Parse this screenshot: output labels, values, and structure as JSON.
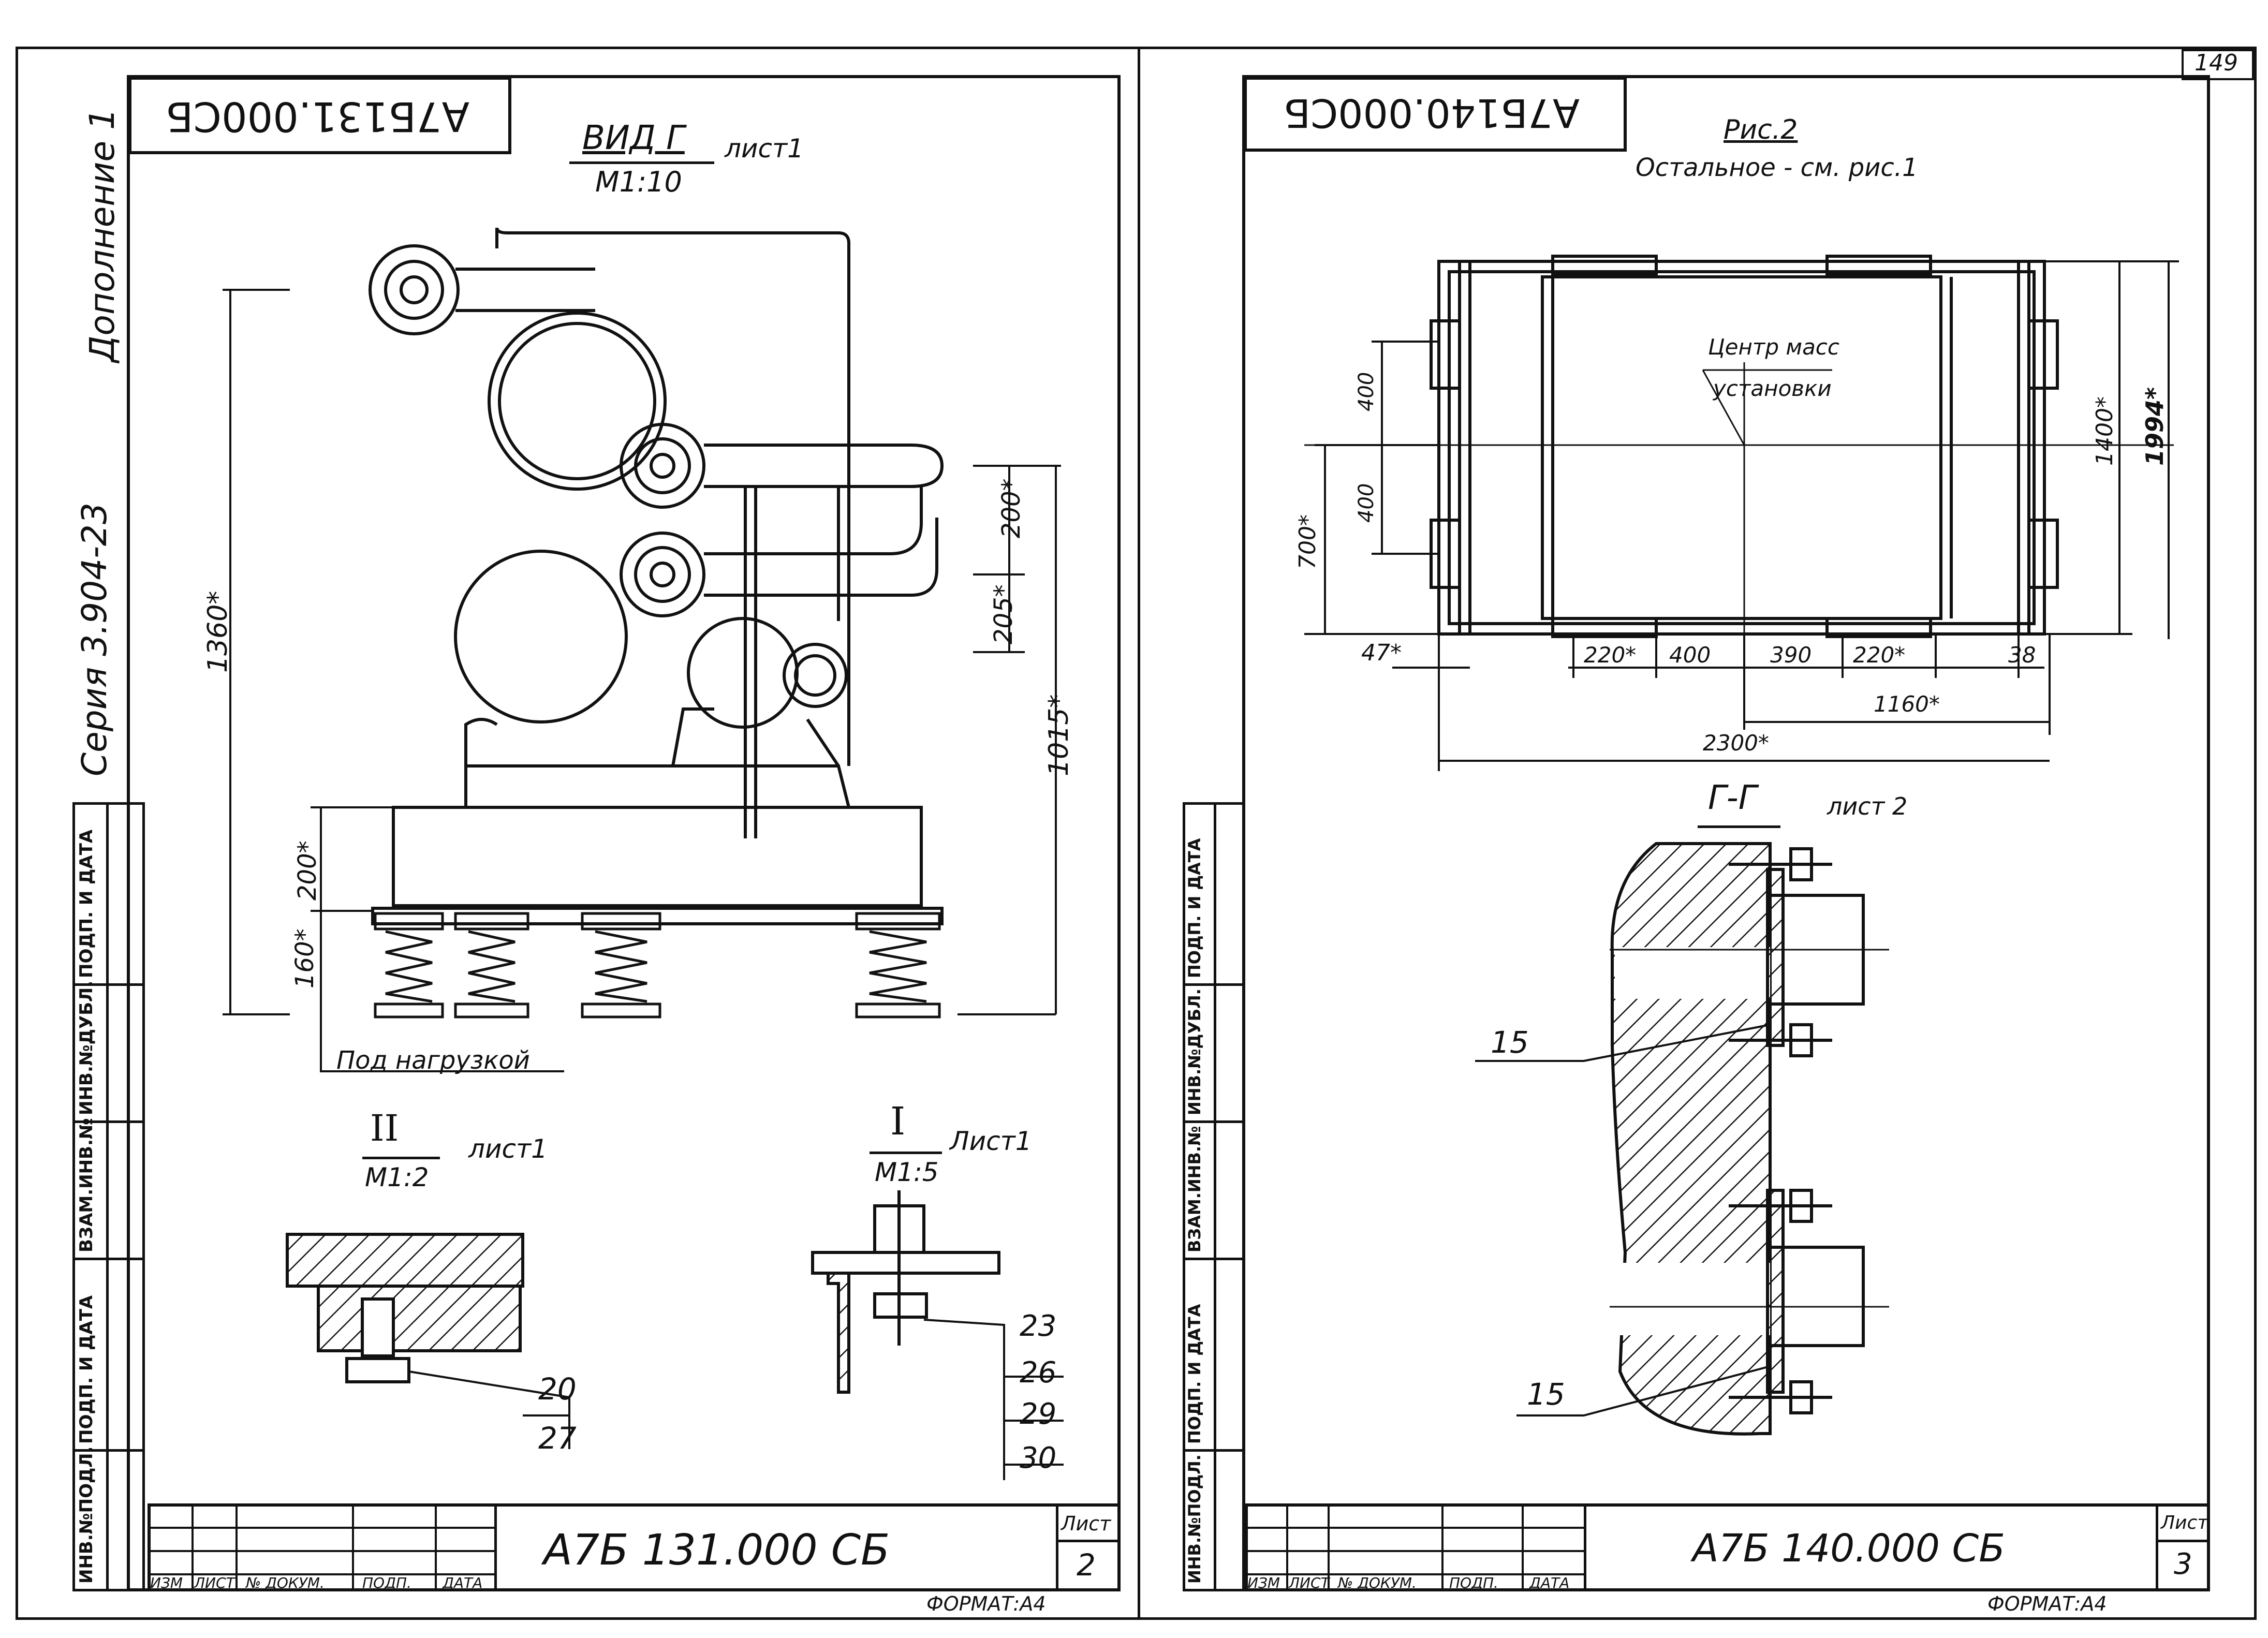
{
  "page_number": "149",
  "left_sheet": {
    "stamp_code": "А7Б131.000СБ",
    "view_title": "ВИД Г",
    "view_sheet": "лист1",
    "view_scale": "М1:10",
    "dims": [
      "1360*",
      "200*",
      "205*",
      "1015*",
      "200*",
      "160*"
    ],
    "load_label": "Под нагрузкой",
    "detail_II_label": "II",
    "detail_II_sheet": "лист1",
    "detail_II_scale": "М1:2",
    "detail_I_label": "I",
    "detail_I_sheet": "Лист1",
    "detail_I_scale": "М1:5",
    "refs_II": [
      "20",
      "27"
    ],
    "refs_I": [
      "23",
      "26",
      "29",
      "30"
    ],
    "side_series": "Серия 3.904-23",
    "side_supplement": "Дополнение 1",
    "side_columns": [
      "ИНВ.№ПОДЛ.",
      "ПОДП. И ДАТА",
      "ВЗАМ.ИНВ.№",
      "ИНВ.№ДУБЛ.",
      "ПОДП. И ДАТА"
    ],
    "title_block": {
      "headers": [
        "ИЗМ",
        "ЛИСТ",
        "№ ДОКУМ.",
        "ПОДП.",
        "ДАТА"
      ],
      "doc_code": "А7Б 131.000 СБ",
      "sheet_label": "Лист",
      "sheet_number": "2",
      "format": "ФОРМАТ:А4"
    }
  },
  "right_sheet": {
    "stamp_code": "А7Б140.000СБ",
    "fig_title": "Рис.2",
    "fig_note": "Остальное - см. рис.1",
    "center_label_1": "Центр масс",
    "center_label_2": "установки",
    "dims": [
      "400",
      "400",
      "700*",
      "1400*",
      "1994*",
      "47*",
      "220*",
      "400",
      "390",
      "220*",
      "38",
      "1160*",
      "2300*"
    ],
    "section_title": "Г-Г",
    "section_sheet": "лист 2",
    "refs": [
      "15",
      "15"
    ],
    "side_columns": [
      "ИНВ.№ПОДЛ.",
      "ПОДП. И ДАТА",
      "ВЗАМ.ИНВ.№",
      "ИНВ.№ДУБЛ.",
      "ПОДП. И ДАТА"
    ],
    "title_block": {
      "headers": [
        "ИЗМ",
        "ЛИСТ",
        "№ ДОКУМ.",
        "ПОДП.",
        "ДАТА"
      ],
      "doc_code": "А7Б 140.000 СБ",
      "sheet_label": "Лист",
      "sheet_number": "3",
      "format": "ФОРМАТ:А4"
    }
  }
}
